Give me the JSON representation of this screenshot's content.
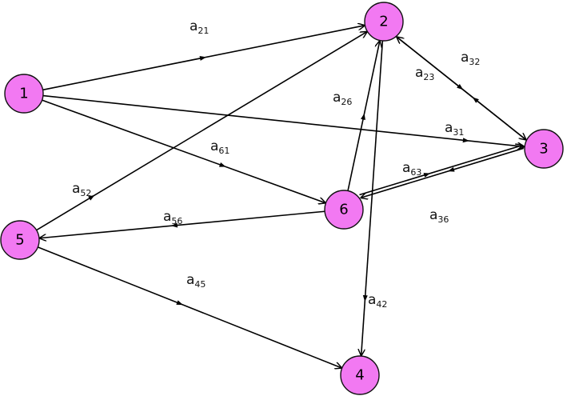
{
  "colors": {
    "node_fill": "#f279f2",
    "node_stroke": "#111111",
    "edge": "#000000"
  },
  "nodes": [
    {
      "id": "1",
      "label": "1"
    },
    {
      "id": "2",
      "label": "2"
    },
    {
      "id": "3",
      "label": "3"
    },
    {
      "id": "4",
      "label": "4"
    },
    {
      "id": "5",
      "label": "5"
    },
    {
      "id": "6",
      "label": "6"
    }
  ],
  "edges": [
    {
      "id": "e21",
      "from": "1",
      "to": "2",
      "label_main": "a",
      "label_sub": "21"
    },
    {
      "id": "e61",
      "from": "1",
      "to": "6",
      "label_main": "a",
      "label_sub": "61"
    },
    {
      "id": "e31",
      "from": "1",
      "to": "3",
      "label_main": "a",
      "label_sub": "31"
    },
    {
      "id": "e32",
      "from": "2",
      "to": "3",
      "label_main": "a",
      "label_sub": "32"
    },
    {
      "id": "e23",
      "from": "3",
      "to": "2",
      "label_main": "a",
      "label_sub": "23"
    },
    {
      "id": "e26",
      "from": "6",
      "to": "2",
      "label_main": "a",
      "label_sub": "26"
    },
    {
      "id": "e42",
      "from": "2",
      "to": "4",
      "label_main": "a",
      "label_sub": "42"
    },
    {
      "id": "e52",
      "from": "5",
      "to": "2",
      "label_main": "a",
      "label_sub": "52"
    },
    {
      "id": "e63",
      "from": "3",
      "to": "6",
      "label_main": "a",
      "label_sub": "63"
    },
    {
      "id": "e36",
      "from": "6",
      "to": "3",
      "label_main": "a",
      "label_sub": "36"
    },
    {
      "id": "e56",
      "from": "6",
      "to": "5",
      "label_main": "a",
      "label_sub": "56"
    },
    {
      "id": "e45",
      "from": "5",
      "to": "4",
      "label_main": "a",
      "label_sub": "45"
    }
  ]
}
